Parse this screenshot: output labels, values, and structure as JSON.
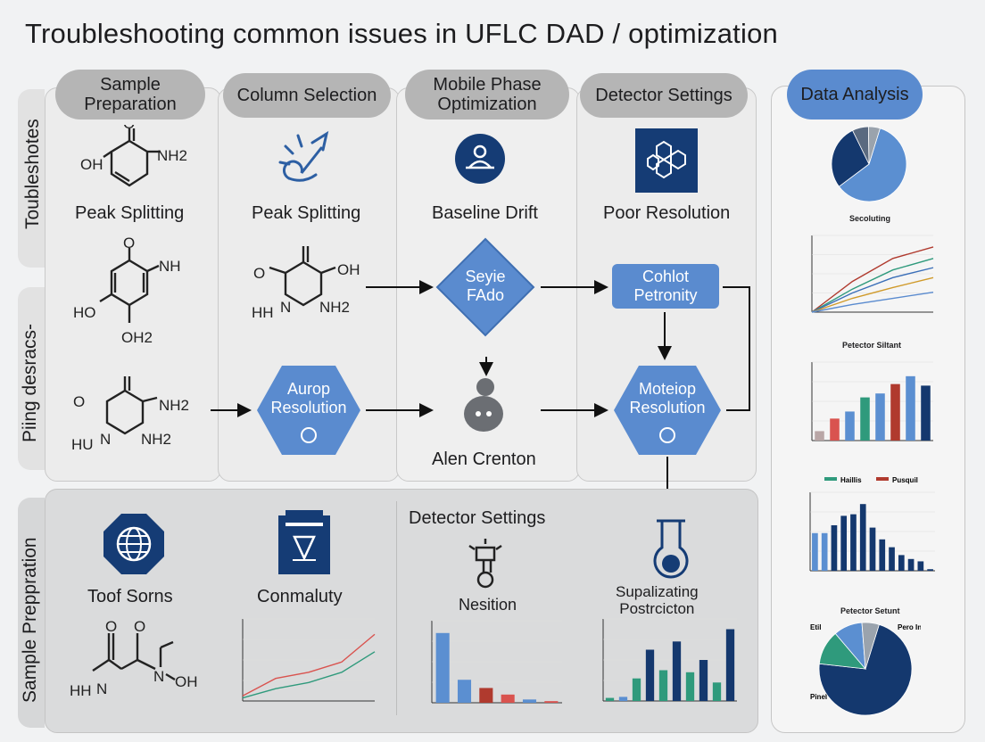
{
  "title": "Troubleshooting common issues in UFLC DAD / optimization",
  "side_labels": [
    "Toubleshotes",
    "Piing desracs-",
    "Sample Preppration"
  ],
  "columns": [
    {
      "header": "Sample Preparation",
      "item": "Peak Splitting"
    },
    {
      "header": "Column Selection",
      "item": "Peak Splitting"
    },
    {
      "header": "Mobile Phase Optimization",
      "item": "Baseline Drift"
    },
    {
      "header": "Detector Settings",
      "item": "Poor Resolution"
    }
  ],
  "data_analysis": "Data Analysis",
  "molecule_labels": {
    "m1": [
      "OH",
      "NH2"
    ],
    "m2": [
      "NH",
      "HO",
      "OH2"
    ],
    "m3": [
      "O",
      "NH2",
      "HU",
      "N",
      "NH2"
    ],
    "m4": [
      "O",
      "OH",
      "HH",
      "N",
      "NH2"
    ],
    "m5": [
      "HH",
      "N",
      "N",
      "OH"
    ]
  },
  "nodes": {
    "diamond": "Seyie\nFAdo",
    "cohlot": "Cohlot\nPetronity",
    "aurop": "Aurop\nResolution",
    "moteiop": "Moteiop\nResolution",
    "alen": "Alen Crenton"
  },
  "bottom": {
    "toof": "Toof Sorns",
    "conmaluty": "Conmaluty",
    "detector_settings": "Detector Settings",
    "nesition": "Nesition",
    "supal": "Supalizating\nPostrcicton"
  },
  "chart_titles": {
    "line": "Secoluting",
    "bar1": "Petector Siltant",
    "bar2_legend": [
      "Haillis",
      "Pusquil"
    ],
    "pie2": "Petector Setunt",
    "pie2_labels": [
      "Etil",
      "Pero Iny",
      "Pinel"
    ]
  },
  "chart_data": [
    {
      "type": "pie",
      "values": [
        60,
        28,
        7,
        5
      ],
      "colors": [
        "#5b8fd1",
        "#14386e",
        "#5a6a80",
        "#9aa3ad"
      ]
    },
    {
      "type": "line",
      "title": "Secoluting",
      "series": [
        {
          "values": [
            0,
            40,
            70,
            85
          ],
          "color": "#b03a2e"
        },
        {
          "values": [
            0,
            30,
            55,
            70
          ],
          "color": "#2f9a7c"
        },
        {
          "values": [
            0,
            25,
            45,
            58
          ],
          "color": "#3b6fb8"
        },
        {
          "values": [
            0,
            18,
            32,
            45
          ],
          "color": "#d09a2a"
        },
        {
          "values": [
            0,
            10,
            18,
            26
          ],
          "color": "#5a8bcf"
        }
      ]
    },
    {
      "type": "bar",
      "title": "Petector Siltant",
      "values": [
        12,
        28,
        37,
        55,
        60,
        72,
        82,
        70
      ],
      "colors": [
        "#b9a6a6",
        "#d9534f",
        "#5b8fd1",
        "#2f9a7c",
        "#5b8fd1",
        "#b03a2e",
        "#5b8fd1",
        "#14386e"
      ]
    },
    {
      "type": "bar",
      "title": "",
      "values": [
        48,
        48,
        58,
        70,
        72,
        85,
        55,
        40,
        30,
        20,
        15,
        12,
        2
      ],
      "colors": [
        "#5b8fd1",
        "#5b8fd1",
        "#14386e",
        "#14386e",
        "#14386e",
        "#14386e",
        "#14386e",
        "#14386e",
        "#14386e",
        "#14386e",
        "#14386e",
        "#14386e",
        "#14386e"
      ]
    },
    {
      "type": "pie",
      "title": "Petector Setunt",
      "values": [
        72,
        12,
        10,
        6
      ],
      "colors": [
        "#14386e",
        "#2f9a7c",
        "#5b8fd1",
        "#9aa3ad"
      ]
    },
    {
      "type": "line",
      "series": [
        {
          "values": [
            5,
            22,
            28,
            38,
            65
          ],
          "color": "#d9534f"
        },
        {
          "values": [
            3,
            12,
            18,
            28,
            48
          ],
          "color": "#2f9a7c"
        }
      ]
    },
    {
      "type": "bar",
      "values": [
        85,
        28,
        18,
        10,
        4,
        2
      ],
      "colors": [
        "#5b8fd1",
        "#5b8fd1",
        "#b03a2e",
        "#d9534f",
        "#5b8fd1",
        "#d9534f"
      ]
    },
    {
      "type": "bar",
      "values": [
        3,
        4,
        22,
        50,
        30,
        58,
        28,
        40,
        18,
        70
      ],
      "colors": [
        "#2f9a7c",
        "#5b8fd1",
        "#2f9a7c",
        "#14386e",
        "#2f9a7c",
        "#14386e",
        "#2f9a7c",
        "#14386e",
        "#2f9a7c",
        "#14386e"
      ]
    }
  ]
}
